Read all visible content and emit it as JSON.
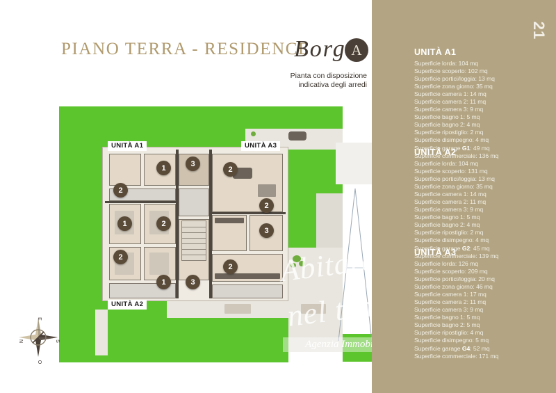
{
  "page": {
    "number": "21"
  },
  "header": {
    "title": "PIANO TERRA - RESIDENCE",
    "brand_script": "Borg",
    "brand_badge": "A",
    "subtitle": "Pianta con disposizione\nindicativa degli arredi"
  },
  "watermark": {
    "line1": "Abitare",
    "line2": "nel tempo",
    "tagline": "Agenzia Immobiliare"
  },
  "compass": {
    "north": "N",
    "east": "E",
    "south": "S",
    "west": "O"
  },
  "plan": {
    "labels": [
      {
        "text": "UNITÀ A1"
      },
      {
        "text": "UNITÀ A3"
      },
      {
        "text": "UNITÀ A2"
      }
    ],
    "markers": [
      "1",
      "2",
      "3",
      "1",
      "2",
      "2",
      "1",
      "3",
      "2",
      "2",
      "3",
      "2"
    ]
  },
  "units": [
    {
      "title": "UNITÀ A1",
      "lines": [
        {
          "label": "Superficie lorda: 104 mq"
        },
        {
          "label": "Superficie scoperto: 102 mq"
        },
        {
          "label": "Superficie portici/loggia: 13 mq"
        },
        {
          "label": "Superficie zona giorno: 35 mq"
        },
        {
          "label": "Superficie camera 1: 14 mq"
        },
        {
          "label": "Superficie camera 2: 11 mq"
        },
        {
          "label": "Superficie camera 3: 9 mq"
        },
        {
          "label": "Superficie bagno 1: 5 mq"
        },
        {
          "label": "Superficie bagno 2: 4 mq"
        },
        {
          "label": "Superficie ripostiglio: 2 mq"
        },
        {
          "label": "Superficie disimpegno: 4 mq"
        },
        {
          "label": "Superficie garage ",
          "strong": "G1",
          "after": ": 49 mq"
        },
        {
          "label": "Superficie commerciale: 136 mq"
        }
      ]
    },
    {
      "title": "UNITÀ A2",
      "lines": [
        {
          "label": "Superficie lorda: 104 mq"
        },
        {
          "label": "Superficie scoperto: 131 mq"
        },
        {
          "label": "Superficie portici/loggia: 13 mq"
        },
        {
          "label": "Superficie zona giorno: 35 mq"
        },
        {
          "label": "Superficie camera 1: 14 mq"
        },
        {
          "label": "Superficie camera 2: 11 mq"
        },
        {
          "label": "Superficie camera 3: 9 mq"
        },
        {
          "label": "Superficie bagno 1: 5 mq"
        },
        {
          "label": "Superficie bagno 2: 4 mq"
        },
        {
          "label": "Superficie ripostiglio: 2 mq"
        },
        {
          "label": "Superficie disimpegno: 4 mq"
        },
        {
          "label": "Superficie garage ",
          "strong": "G2",
          "after": ": 45 mq"
        },
        {
          "label": "Superficie commerciale: 139 mq"
        }
      ]
    },
    {
      "title": "UNITÀ A3",
      "lines": [
        {
          "label": "Superficie lorda: 126 mq"
        },
        {
          "label": "Superficie scoperto: 209 mq"
        },
        {
          "label": "Superficie portici/loggia: 20 mq"
        },
        {
          "label": "Superficie zona giorno: 46 mq"
        },
        {
          "label": "Superficie camera 1: 17 mq"
        },
        {
          "label": "Superficie camera 2: 11 mq"
        },
        {
          "label": "Superficie camera 3: 9 mq"
        },
        {
          "label": "Superficie bagno 1: 5 mq"
        },
        {
          "label": "Superficie bagno 2: 5 mq"
        },
        {
          "label": "Superficie ripostiglio: 4 mq"
        },
        {
          "label": "Superficie disimpegno: 5 mq"
        },
        {
          "label": "Superficie garage ",
          "strong": "G4",
          "after": ": 52 mq"
        },
        {
          "label": "Superficie commerciale: 171 mq"
        }
      ]
    }
  ],
  "colors": {
    "sidebar": "#b3a583",
    "title_gold": "#b09a6e",
    "badge_dark": "#4a4038",
    "lawn": "#5cc42c",
    "marker": "#5a4b39"
  }
}
